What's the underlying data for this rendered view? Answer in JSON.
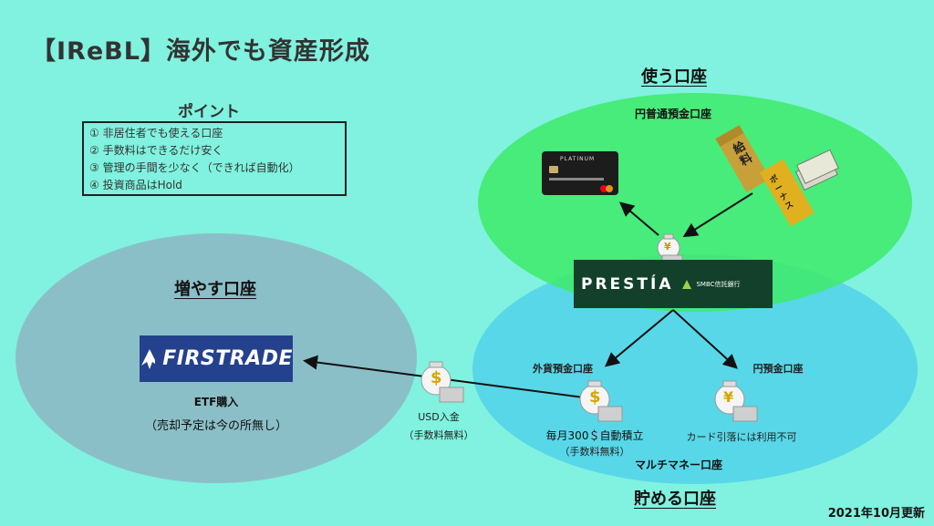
{
  "title": "【IReBL】海外でも資産形成",
  "points": {
    "heading": "ポイント",
    "items": [
      "① 非居住者でも使える口座",
      "② 手数料はできるだけ安く",
      "③ 管理の手間を少なく（できれば自動化）",
      "④ 投資商品はHold"
    ]
  },
  "use_account": {
    "heading": "使う口座",
    "sub": "円普通預金口座"
  },
  "grow_account": {
    "heading": "増やす口座",
    "broker": "FIRSTRADE",
    "etf": "ETF購入",
    "note": "（売却予定は今の所無し）"
  },
  "save_account": {
    "heading": "貯める口座",
    "multi": "マルチマネー口座",
    "foreign": "外貨預金口座",
    "yen": "円預金口座",
    "monthly": "毎月300＄自動積立",
    "monthly_fee": "（手数料無料）",
    "card_note": "カード引落には利用不可"
  },
  "transfer": {
    "label": "USD入金",
    "fee": "（手数料無料）"
  },
  "bank": {
    "brand": "PRESTÍA",
    "group": "SMBC信託銀行"
  },
  "card": {
    "label": "PLATINUM"
  },
  "salary_env": {
    "text": "給料"
  },
  "bonus_env": {
    "text": "ボーナス"
  },
  "moneybag": {
    "dollar": "$",
    "yen": "¥"
  },
  "updated": "2021年10月更新",
  "colors": {
    "background": "#80F2DF",
    "green_ellipse": "#3FEA6C",
    "blue_ellipse": "#58D7E8",
    "gray_ellipse": "#8BBFC8",
    "firstrade": "#24418E",
    "prestia": "#12402B",
    "envelope": "#C8A03A"
  }
}
